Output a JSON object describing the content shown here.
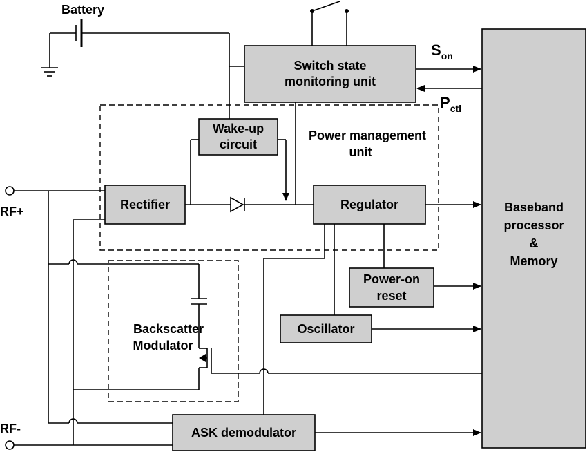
{
  "diagram": {
    "labels": {
      "battery": "Battery",
      "switch_state_line1": "Switch state",
      "switch_state_line2": "monitoring unit",
      "s_on_main": "S",
      "s_on_sub": "on",
      "p_ctl_main": "P",
      "p_ctl_sub": "ctl",
      "wakeup_line1": "Wake-up",
      "wakeup_line2": "circuit",
      "pmu_line1": "Power management",
      "pmu_line2": "unit",
      "rectifier": "Rectifier",
      "regulator": "Regulator",
      "baseband_line1": "Baseband",
      "baseband_line2": "processor",
      "baseband_line3": "&",
      "baseband_line4": "Memory",
      "rf_plus": "RF+",
      "rf_minus": "RF-",
      "por_line1": "Power-on",
      "por_line2": "reset",
      "oscillator": "Oscillator",
      "backscatter_line1": "Backscatter",
      "backscatter_line2": "Modulator",
      "ask": "ASK demodulator"
    }
  }
}
